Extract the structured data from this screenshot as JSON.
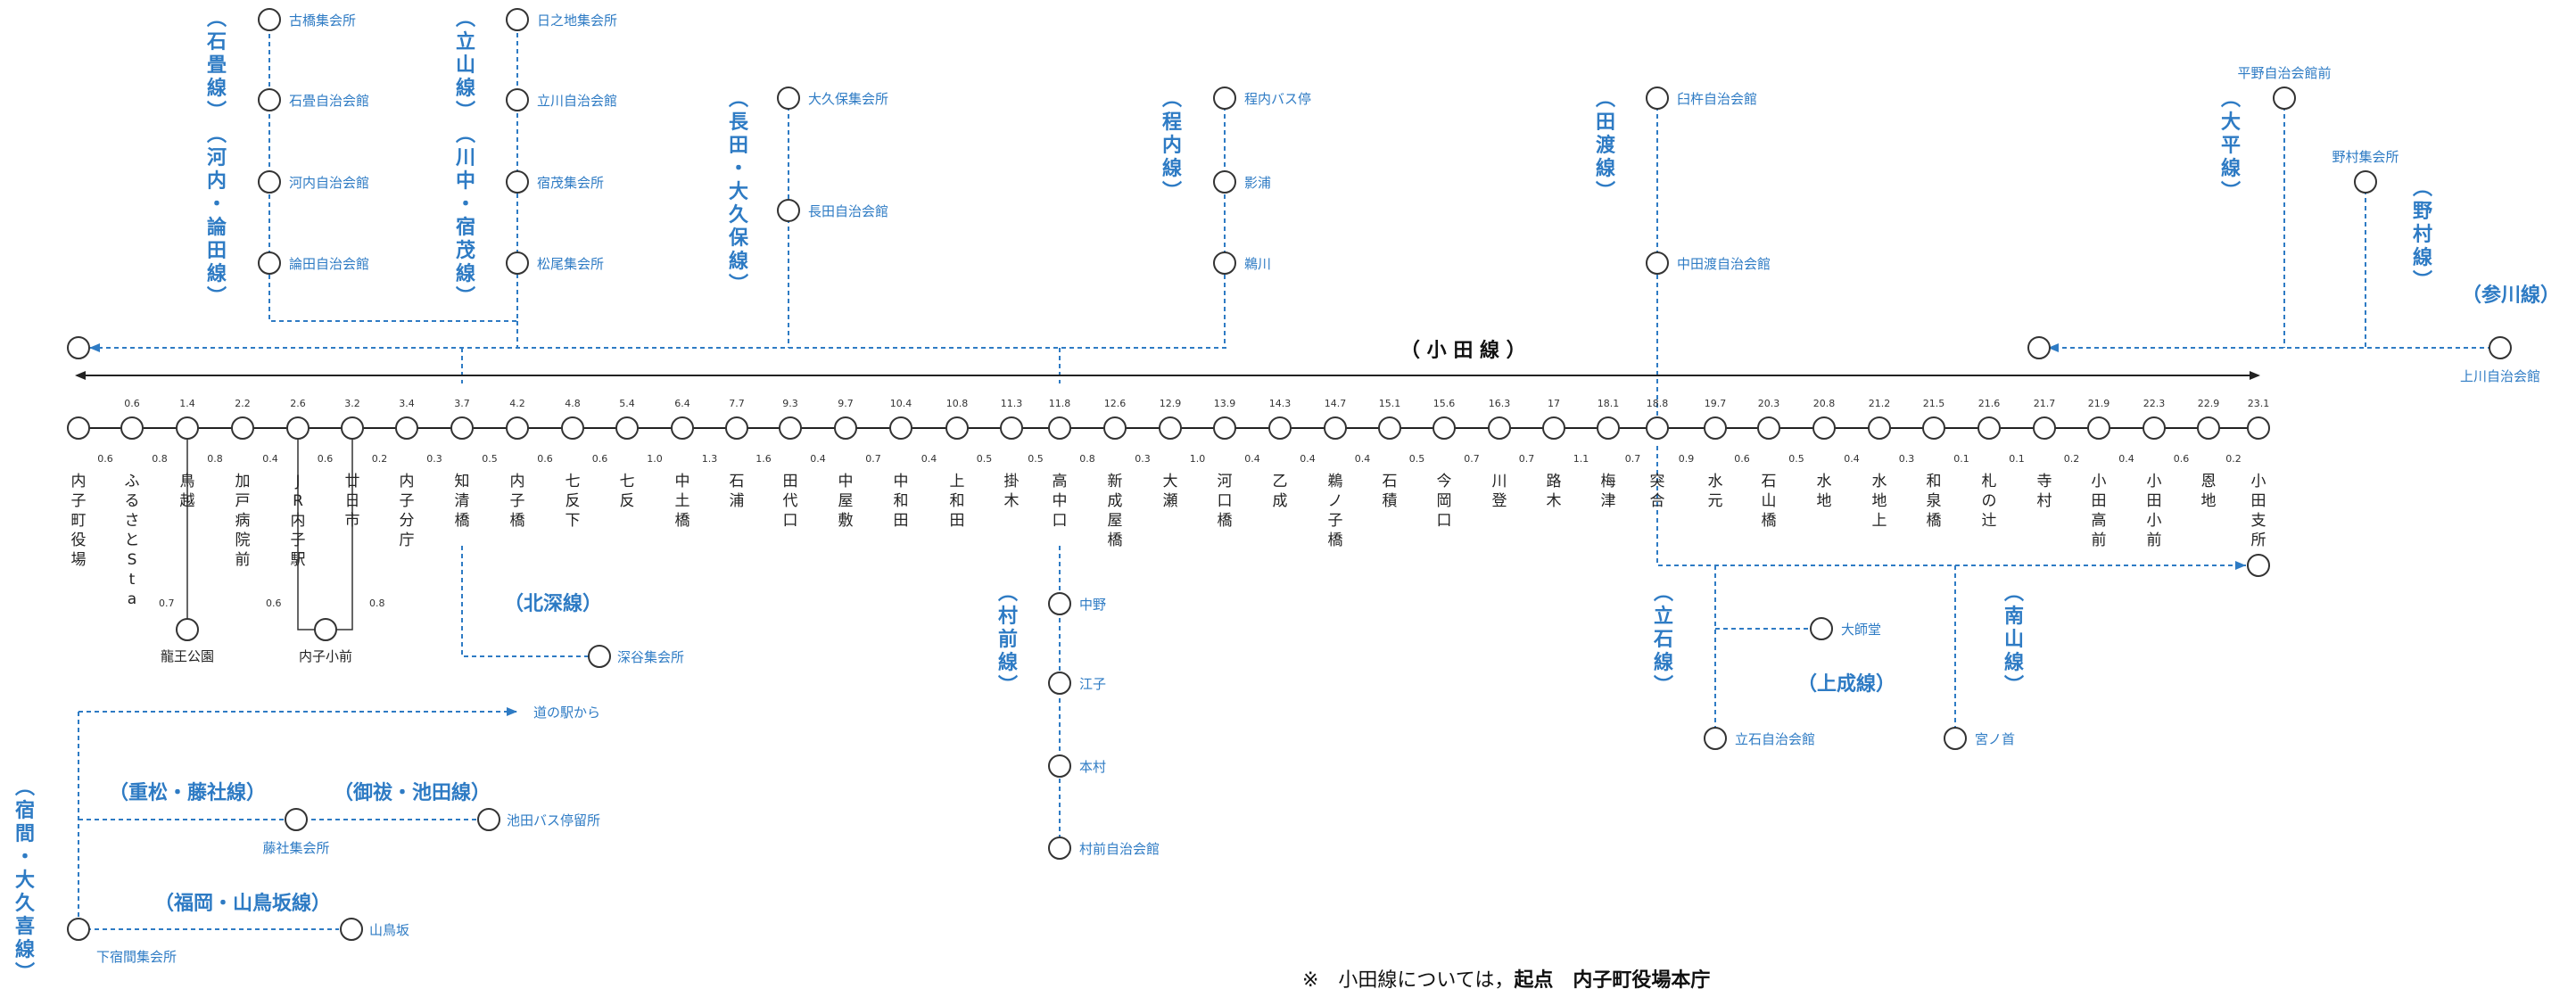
{
  "title": "（ 小 田 線 ）",
  "note": {
    "prefix": "※　小田線については，",
    "bold": "起点　内子町役場本庁"
  },
  "main_stations": [
    {
      "name": "内子町役場",
      "km": ""
    },
    {
      "name": "ふるさとSta",
      "km": "0.6"
    },
    {
      "name": "鳥越",
      "km": "1.4"
    },
    {
      "name": "加戸病院前",
      "km": "2.2"
    },
    {
      "name": "JR内子駅",
      "km": "2.6"
    },
    {
      "name": "廿日市",
      "km": "3.2"
    },
    {
      "name": "内子分庁",
      "km": "3.4"
    },
    {
      "name": "知清橋",
      "km": "3.7"
    },
    {
      "name": "内子橋",
      "km": "4.2"
    },
    {
      "name": "七反下",
      "km": "4.8"
    },
    {
      "name": "七反",
      "km": "5.4"
    },
    {
      "name": "中土橋",
      "km": "6.4"
    },
    {
      "name": "石浦",
      "km": "7.7"
    },
    {
      "name": "田代口",
      "km": "9.3"
    },
    {
      "name": "中屋敷",
      "km": "9.7"
    },
    {
      "name": "中和田",
      "km": "10.4"
    },
    {
      "name": "上和田",
      "km": "10.8"
    },
    {
      "name": "掛木",
      "km": "11.3"
    },
    {
      "name": "高中口",
      "km": "11.8"
    },
    {
      "name": "新成屋橋",
      "km": "12.6"
    },
    {
      "name": "大瀬",
      "km": "12.9"
    },
    {
      "name": "河口橋",
      "km": "13.9"
    },
    {
      "name": "乙成",
      "km": "14.3"
    },
    {
      "name": "鵜ノ子橋",
      "km": "14.7"
    },
    {
      "name": "石積",
      "km": "15.1"
    },
    {
      "name": "今岡口",
      "km": "15.6"
    },
    {
      "name": "川登",
      "km": "16.3"
    },
    {
      "name": "路木",
      "km": "17"
    },
    {
      "name": "梅津",
      "km": "18.1"
    },
    {
      "name": "突合",
      "km": "18.8"
    },
    {
      "name": "水元",
      "km": "19.7"
    },
    {
      "name": "石山橋",
      "km": "20.3"
    },
    {
      "name": "水地",
      "km": "20.8"
    },
    {
      "name": "水地上",
      "km": "21.2"
    },
    {
      "name": "和泉橋",
      "km": "21.5"
    },
    {
      "name": "札の辻",
      "km": "21.6"
    },
    {
      "name": "寺村",
      "km": "21.7"
    },
    {
      "name": "小田高前",
      "km": "21.9"
    },
    {
      "name": "小田小前",
      "km": "22.3"
    },
    {
      "name": "恩地",
      "km": "22.9"
    },
    {
      "name": "小田支所",
      "km": "23.1"
    }
  ],
  "segment_distances": [
    "0.6",
    "0.8",
    "0.8",
    "0.4",
    "0.6",
    "0.2",
    "0.3",
    "0.5",
    "0.6",
    "0.6",
    "1.0",
    "1.3",
    "1.6",
    "0.4",
    "0.7",
    "0.4",
    "0.5",
    "0.5",
    "0.8",
    "0.3",
    "1.0",
    "0.4",
    "0.4",
    "0.4",
    "0.5",
    "0.7",
    "0.7",
    "1.1",
    "0.7",
    "0.9",
    "0.6",
    "0.5",
    "0.4",
    "0.3",
    "0.1",
    "0.1",
    "0.2",
    "0.4",
    "0.6",
    "0.2"
  ],
  "sub_distances": {
    "ryuo": "0.7",
    "jr_side": "0.6",
    "hatsuka_side": "0.8"
  },
  "line_names": {
    "ishidatami": "（石畳線）（河内・論田線）",
    "tachiyama": "（立山線）（川中・宿茂線）",
    "nagata": "（長田・大久保線）",
    "hodouchi": "（程内線）",
    "tawatari": "（田渡線）",
    "oohira": "（大平線）",
    "nomura": "（野村線）",
    "sangawa": "（参川線）",
    "kitafuka": "（北深線）",
    "muramae": "（村前線）",
    "tateishi": "（立石線）",
    "jousei": "（上成線）",
    "minamiyama": "（南山線）",
    "shukuma": "（宿間・大久喜線）",
    "shigematsu": "（重松・藤社線）",
    "mikeri": "（御祓・池田線）",
    "fukuoka": "（福岡・山鳥坂線）"
  },
  "branch_stops": {
    "ishidatami": [
      "古橋集会所",
      "石畳自治会館",
      "河内自治会館",
      "論田自治会館"
    ],
    "tachiyama": [
      "日之地集会所",
      "立川自治会館",
      "宿茂集会所",
      "松尾集会所"
    ],
    "nagata": [
      "大久保集会所",
      "長田自治会館"
    ],
    "hodouchi": [
      "程内バス停",
      "影浦",
      "鵜川"
    ],
    "tawatari": [
      "臼杵自治会館",
      "中田渡自治会館"
    ],
    "oohira": "平野自治会館前",
    "nomura": "野村集会所",
    "sangawa": "上川自治会館",
    "ryuo": "龍王公園",
    "uchikoshou": "内子小前",
    "kitafuka": "深谷集会所",
    "muramae": [
      "中野",
      "江子",
      "本村",
      "村前自治会館"
    ],
    "tateishi": "立石自治会館",
    "jousei": "大師堂",
    "minamiyama": "宮ノ首",
    "michinoeki": "道の駅から",
    "fujisha": "藤社集会所",
    "ikeda": "池田バス停留所",
    "yamatosaka": "山鳥坂",
    "shimoshukuma": "下宿間集会所"
  },
  "colors": {
    "branch": "#2e7bc4",
    "main": "#222222",
    "station_fill": "#ffffff"
  }
}
